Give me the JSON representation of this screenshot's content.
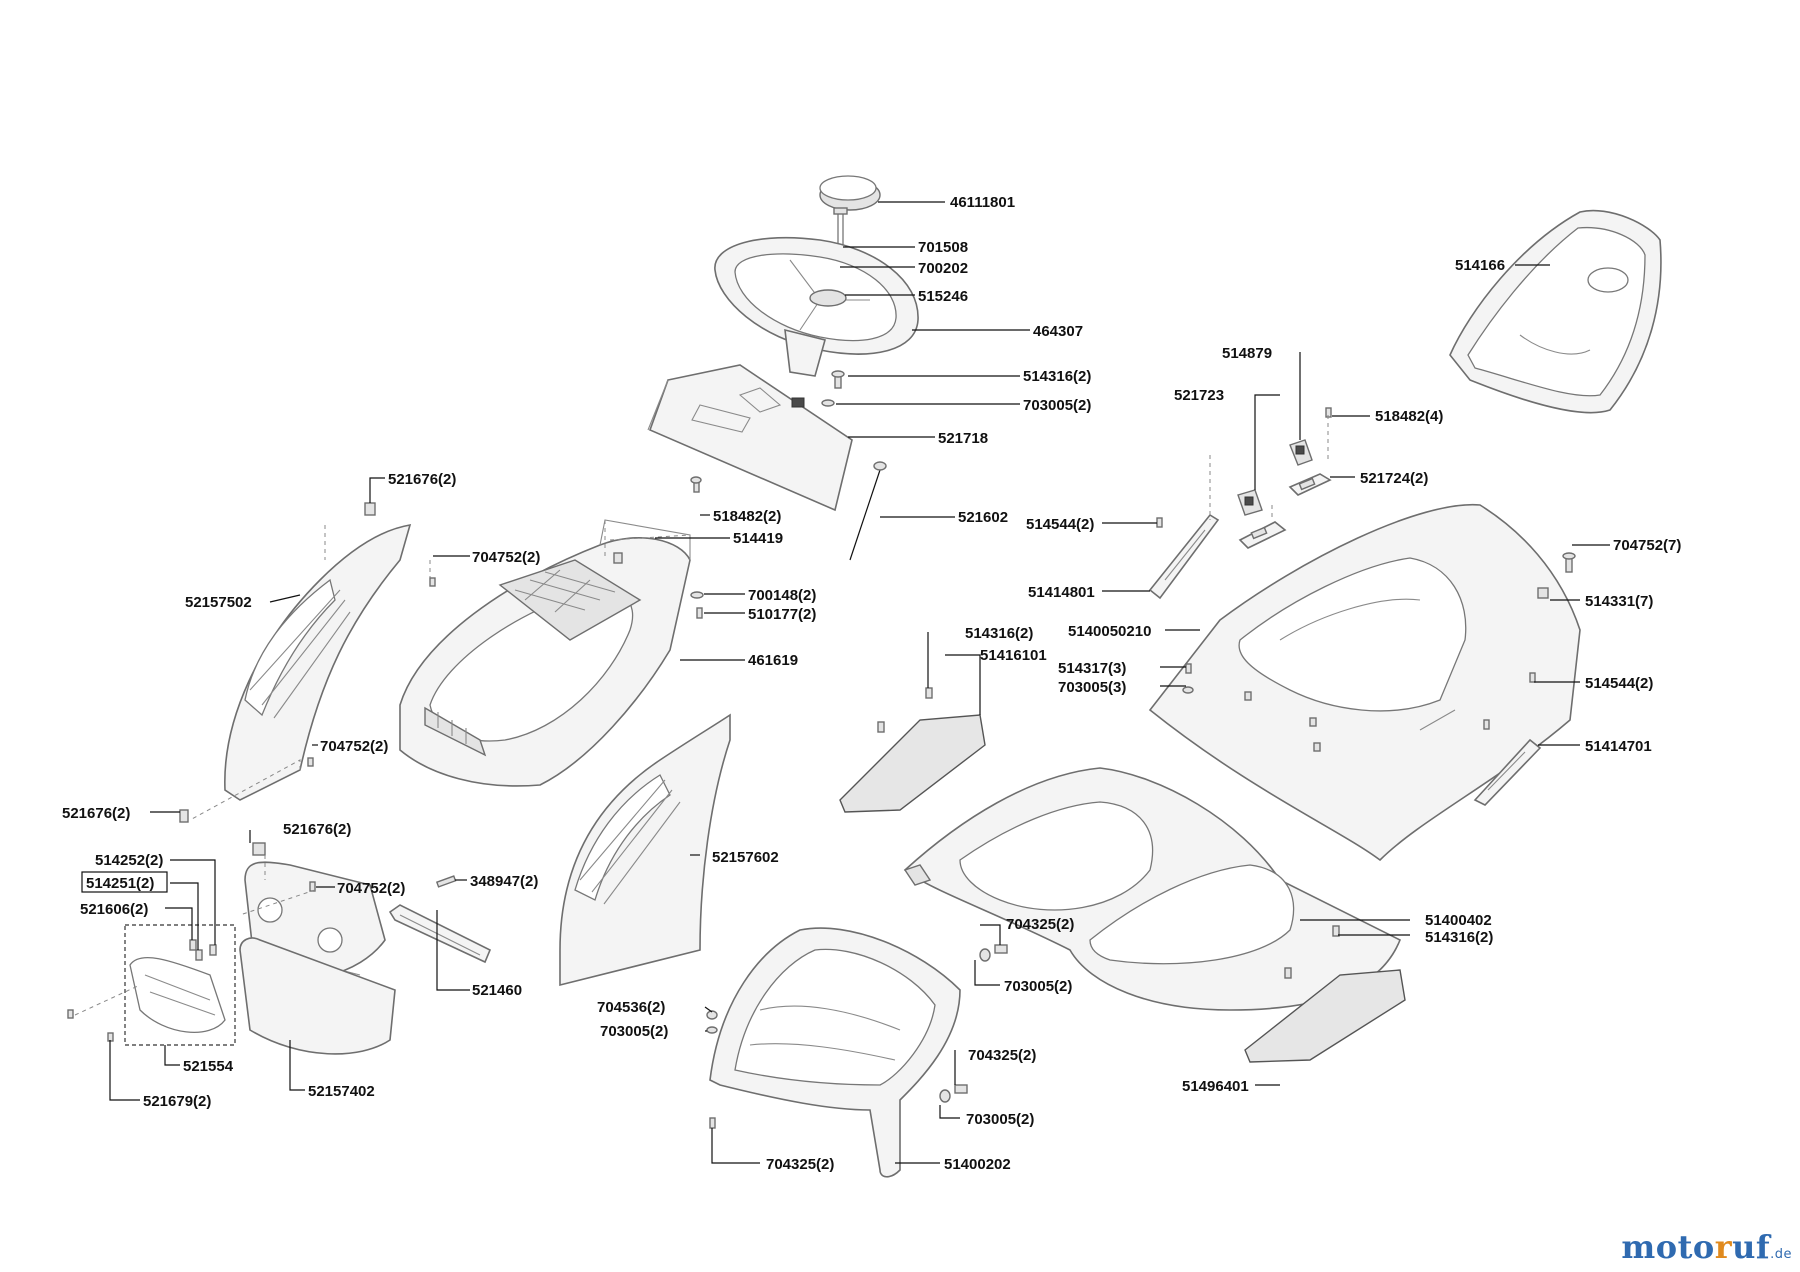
{
  "brand": {
    "pre": "moto",
    "mid": "r",
    "post": "uf",
    "suffix": ".de"
  },
  "labels": [
    "46111801",
    "701508",
    "700202",
    "515246",
    "464307",
    "514316(2)",
    "703005(2)",
    "521718",
    "518482(2)",
    "521602",
    "514419",
    "700148(2)",
    "510177(2)",
    "461619",
    "521676(2)",
    "704752(2)",
    "52157502",
    "704752(2)",
    "521676(2)",
    "514166",
    "514879",
    "521723",
    "518482(4)",
    "521724(2)",
    "514544(2)",
    "51414801",
    "704752(7)",
    "514331(7)",
    "5140050210",
    "514316(2)",
    "51416101",
    "514317(3)",
    "703005(3)",
    "514544(2)",
    "51414701",
    "521676(2)",
    "514252(2)",
    "514251(2)",
    "521606(2)",
    "704752(2)",
    "348947(2)",
    "521460",
    "52157602",
    "521554",
    "521679(2)",
    "52157402",
    "704325(2)",
    "703005(2)",
    "704536(2)",
    "703005(2)",
    "51400402",
    "514316(2)",
    "704325(2)",
    "703005(2)",
    "51496401",
    "704325(2)",
    "51400202"
  ]
}
